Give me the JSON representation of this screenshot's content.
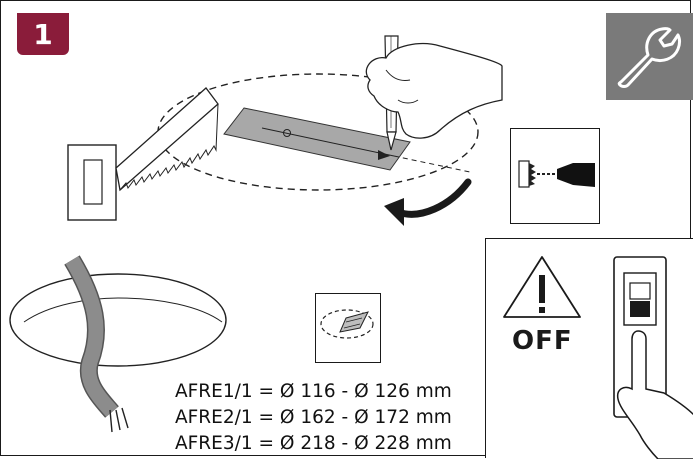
{
  "step": {
    "number": "1"
  },
  "warning": {
    "label": "OFF"
  },
  "specs": [
    {
      "model": "AFRE1/1",
      "range": "= Ø 116 - Ø 126 mm"
    },
    {
      "model": "AFRE2/1",
      "range": "= Ø 162 - Ø 172 mm"
    },
    {
      "model": "AFRE3/1",
      "range": "= Ø 218 - Ø 228 mm"
    }
  ],
  "icons": {
    "tool": "wrench-icon",
    "warning": "warning-triangle-icon",
    "switch": "circuit-breaker-icon"
  },
  "colors": {
    "step_badge": "#8a1c3a",
    "tool_badge": "#7a7a7a",
    "template": "#aaaaaa",
    "cable": "#8c8c8c"
  }
}
